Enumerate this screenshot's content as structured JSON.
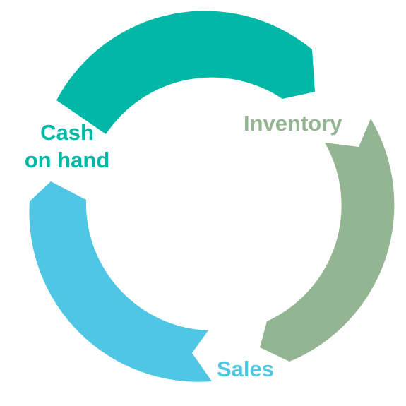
{
  "diagram": {
    "type": "cycle",
    "stages": [
      {
        "id": "cash",
        "lines": [
          "Cash",
          "on hand"
        ],
        "color": "#00b8a5"
      },
      {
        "id": "inventory",
        "lines": [
          "Inventory"
        ],
        "color": "#94b592"
      },
      {
        "id": "sales",
        "lines": [
          "Sales"
        ],
        "color": "#4fc6e3"
      }
    ]
  }
}
